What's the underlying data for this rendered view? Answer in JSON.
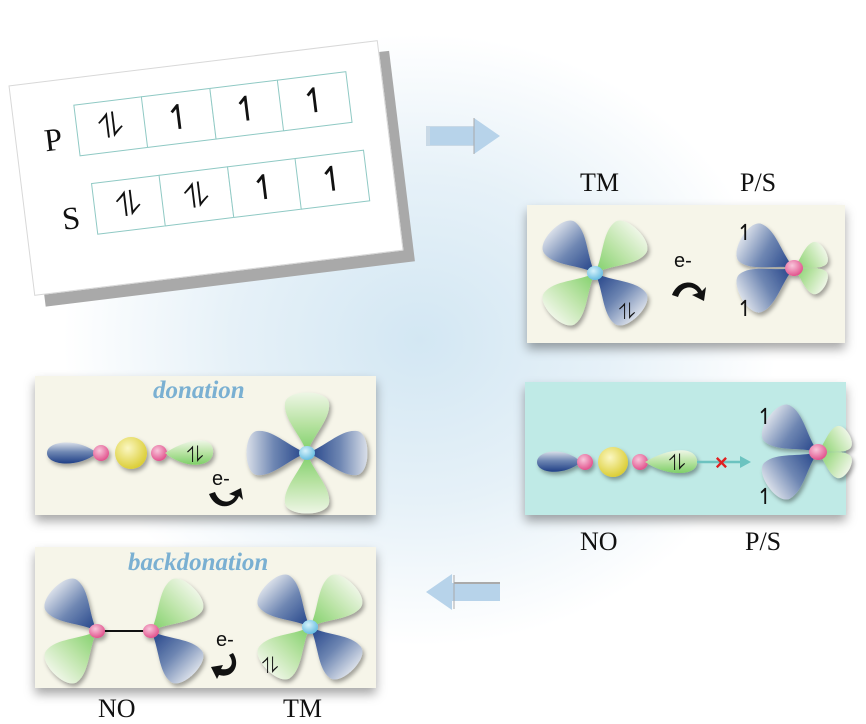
{
  "config_card": {
    "rows": [
      {
        "label": "P",
        "cells": [
          "⥮",
          "↿",
          "↿",
          "↿"
        ]
      },
      {
        "label": "S",
        "cells": [
          "⥮",
          "⥮",
          "↿",
          "↿"
        ]
      }
    ]
  },
  "arrows": {
    "top": "right-arrow",
    "bottom": "left-arrow"
  },
  "panel_tm_ps": {
    "left_label": "TM",
    "right_label": "P/S",
    "electron_label": "e-",
    "left_spin": "⥮",
    "right_spins": [
      "↿",
      "↿"
    ],
    "transfer": "allowed"
  },
  "panel_no_ps": {
    "left_label": "NO",
    "right_label": "P/S",
    "left_spin": "⥮",
    "right_spins": [
      "↿",
      "↿"
    ],
    "blocked_mark": "×",
    "transfer": "blocked"
  },
  "panel_donation": {
    "title": "donation",
    "electron_label": "e-",
    "left_spin": "⥮"
  },
  "panel_backdonation": {
    "title": "backdonation",
    "electron_label": "e-",
    "left_label": "NO",
    "right_label": "TM",
    "right_spin": "⥮"
  },
  "colors": {
    "blue_lobe": "#2f4f8f",
    "green_lobe": "#8fd77a",
    "tm_center": "#7ec8e6",
    "ps_center": "#e2578f",
    "no_center": "#e6d84a",
    "title_blue": "#7ab0d2",
    "blocked_red": "#e02020",
    "arrow_teal": "#6cc3c0"
  }
}
